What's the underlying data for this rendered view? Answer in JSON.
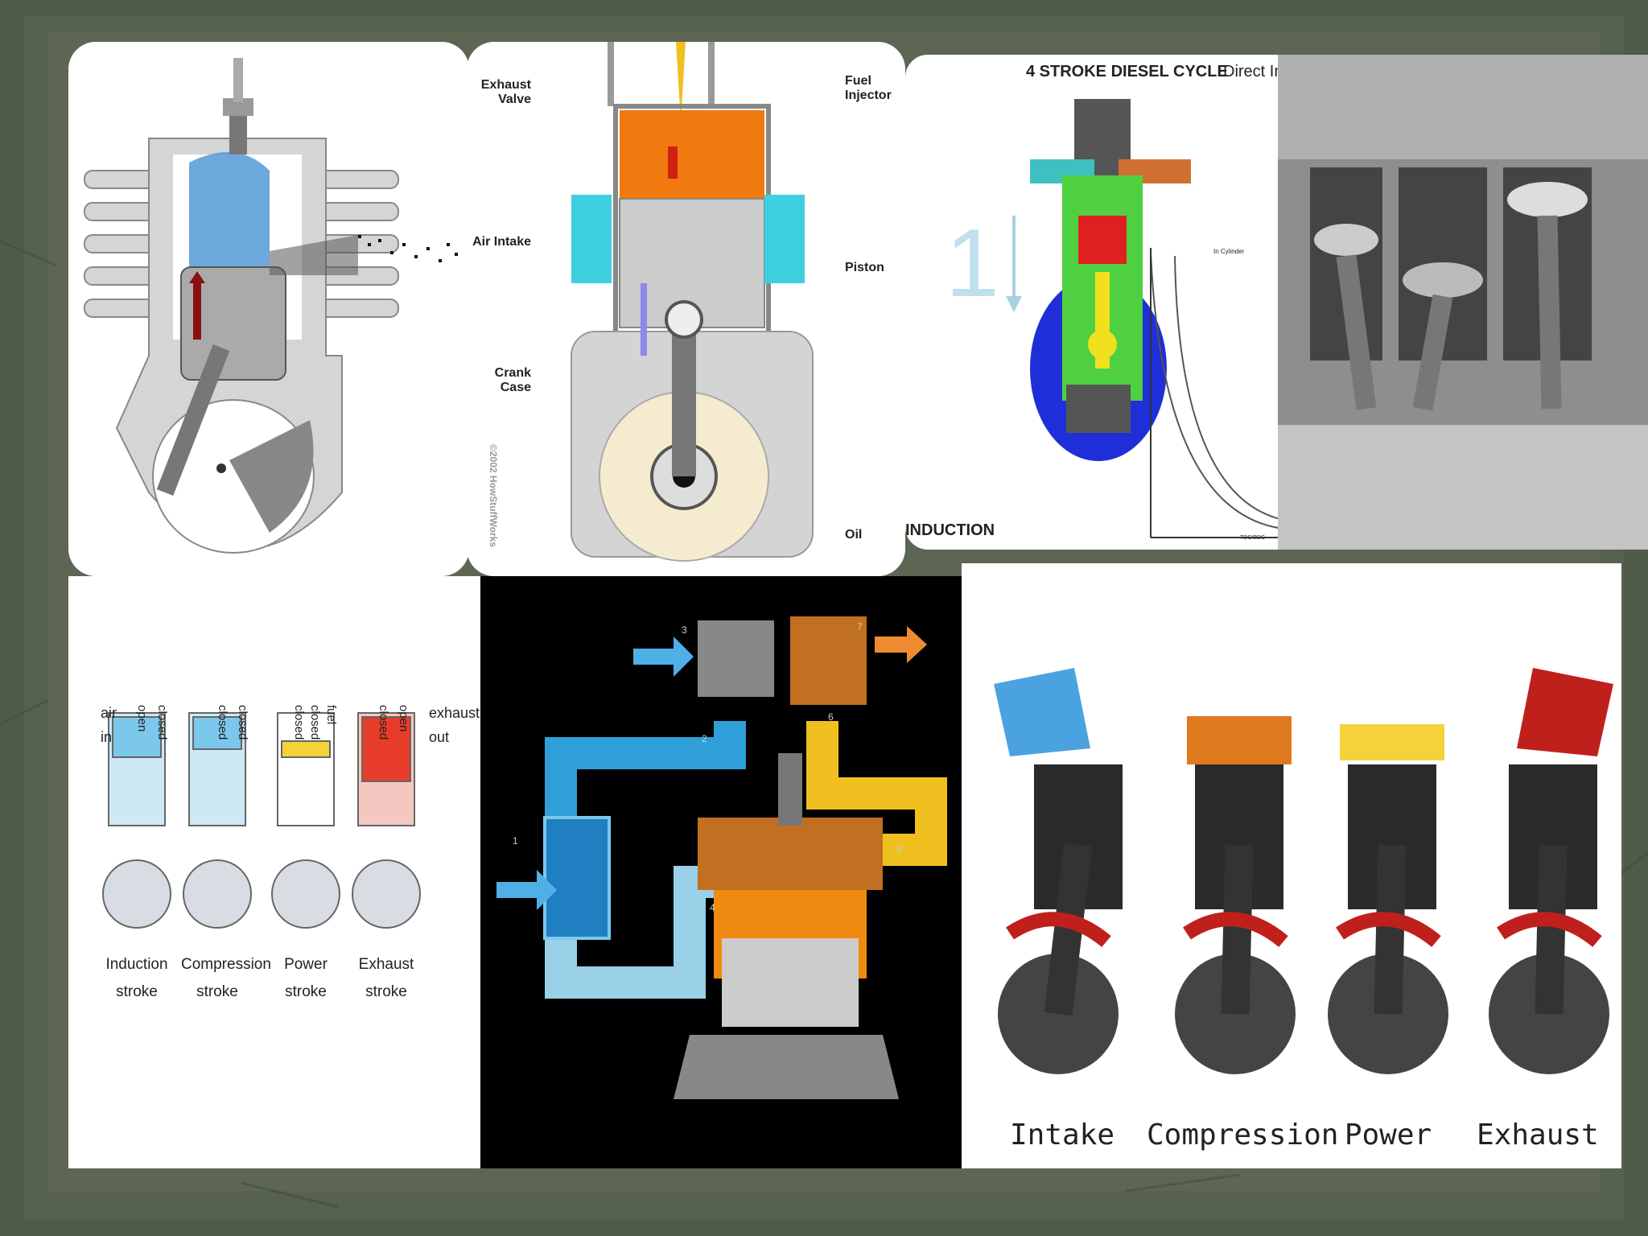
{
  "hsw_diagram": {
    "exhaust_valve": "Exhaust Valve",
    "fuel_injector": "Fuel Injector",
    "air_intake": "Air Intake",
    "piston": "Piston",
    "crank_case": "Crank Case",
    "oil": "Oil",
    "copyright": "©2002 HowStuffWorks"
  },
  "diesel_cycle": {
    "title": "4 STROKE DIESEL CYCLE",
    "subtitle": "Direct In",
    "stroke_number": "1",
    "stage": "INDUCTION",
    "graph_label": "In Cylinder",
    "graph_xlabel": "TDC/BDC"
  },
  "valve_strokes": {
    "air_in": "air in",
    "exhaust_out": "exhaust out",
    "strokes": [
      {
        "name": "Induction stroke",
        "valves": [
          "open",
          "closed"
        ]
      },
      {
        "name": "Compression stroke",
        "valves": [
          "closed",
          "closed"
        ]
      },
      {
        "name": "Power stroke",
        "valves": [
          "closed",
          "closed",
          "fuel"
        ]
      },
      {
        "name": "Exhaust stroke",
        "valves": [
          "closed",
          "open"
        ]
      }
    ]
  },
  "turbo_diagram": {
    "markers": [
      "1",
      "2",
      "3",
      "4",
      "5",
      "6",
      "7"
    ]
  },
  "four_stroke": {
    "labels": [
      "Intake",
      "Compression",
      "Power",
      "Exhaust"
    ]
  },
  "colors": {
    "background": "#4f5a48",
    "intake_blue": "#4aa3e0",
    "exhaust_red": "#c0201c",
    "compression_orange": "#e07a1e",
    "fuel_yellow": "#f3d23a"
  }
}
